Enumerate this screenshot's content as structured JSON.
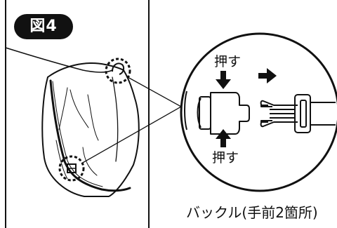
{
  "figure": {
    "badge": "図4",
    "push_label_top": "押す",
    "push_label_bottom": "押す",
    "caption": "バックル(手前2箇所)"
  },
  "colors": {
    "ink": "#111111",
    "background": "#ffffff",
    "badge_text": "#ffffff"
  },
  "icons": [
    "arrow-down-icon",
    "arrow-up-icon",
    "arrow-right-icon",
    "dashed-circle-marker"
  ]
}
